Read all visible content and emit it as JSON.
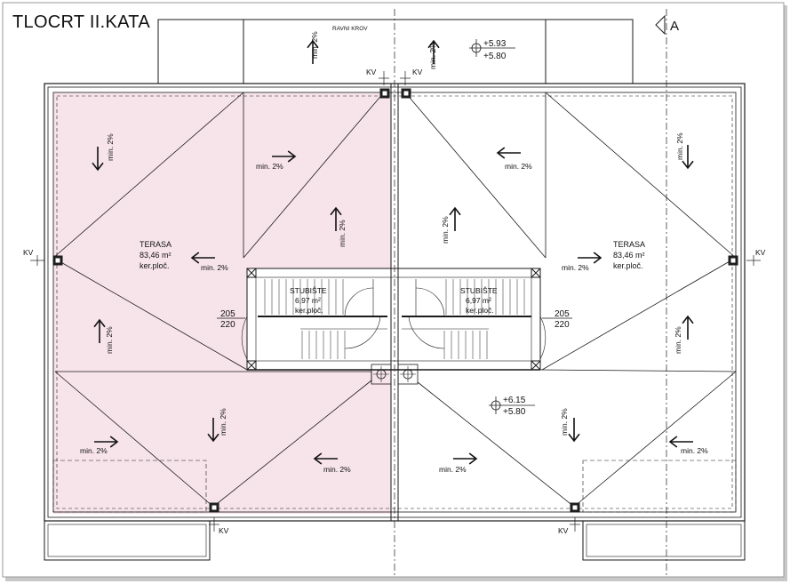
{
  "title": "TLOCRT II.KATA",
  "section_marker": "A",
  "roof_label": "RAVNI KROV",
  "slope_label": "min. 2%",
  "drain_label": "KV",
  "terrace": {
    "name": "TERASA",
    "area": "83,46 m²",
    "finish": "ker.ploč."
  },
  "stair": {
    "name": "STUBIŠTE",
    "area": "6,97 m²",
    "finish": "ker.ploč."
  },
  "dims": {
    "upper": "205",
    "lower": "220"
  },
  "levels": {
    "roof": {
      "top": "+5.93",
      "bottom": "+5.80"
    },
    "terrace": {
      "top": "+6.15",
      "bottom": "+5.80"
    }
  },
  "colors": {
    "terrace_fill": "#f7e4ea",
    "line": "#1a1a1a",
    "shadow": "#bdbdbd"
  }
}
